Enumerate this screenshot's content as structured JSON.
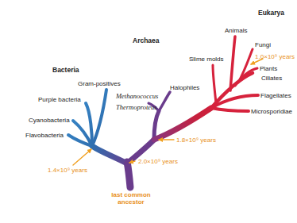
{
  "diagram": {
    "labels": [
      "Eukarya",
      "Animals",
      "Fungi",
      "1.0×10⁹ years",
      "Archaea",
      "Slime molds",
      "Plants",
      "Ciliates",
      "Bacteria",
      "Halophiles",
      "Gram-positives",
      "Methanococcus",
      "Flagellates",
      "Purple bacteria",
      "Thermoproteus",
      "Microsporidiae",
      "Cyanobacteria",
      "Flavobacteria",
      "1.8×10⁹ years",
      "2.0×10⁹ years",
      "1.4×10⁹ years",
      "last common ancestor"
    ]
  }
}
